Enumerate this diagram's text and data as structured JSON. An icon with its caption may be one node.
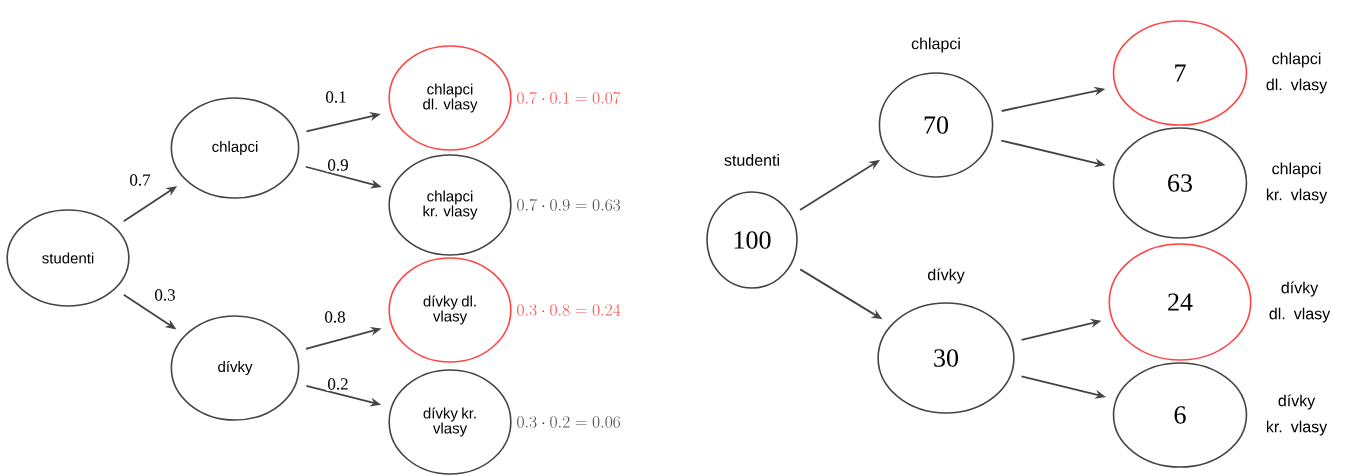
{
  "diagram": {
    "nodes": [
      {
        "text": [
          "studenti"
        ]
      },
      {
        "text": [
          "chlapci"
        ]
      },
      {
        "text": [
          "dívky"
        ]
      },
      {
        "text": [
          "chlapci dl. vlasy"
        ],
        "beside": [
          "0.7 \\cdot 0.1 = 0.07"
        ]
      },
      {
        "text": [
          "chlapci kr. vlasy"
        ],
        "beside": [
          "0.7 \\cdot 0.9 = 0.63"
        ]
      },
      {
        "text": [
          "dívky dl. vlasy"
        ],
        "beside": [
          "0.3 \\cdot 0.8 = 0.24"
        ]
      },
      {
        "text": [
          "dívky kr. vlasy"
        ],
        "beside": [
          "0.3 \\cdot 0.2 = 0.06"
        ]
      },
      {
        "text": [
          "studenti",
          "100"
        ]
      },
      {
        "text": [
          "chlapci",
          "70"
        ]
      },
      {
        "text": [
          "dívky",
          "30"
        ]
      },
      {
        "text": [
          "7"
        ],
        "beside": [
          "chlapci dl. vlasy"
        ]
      },
      {
        "text": [
          "63"
        ],
        "beside": [
          "chlapci kr. vlasy"
        ]
      },
      {
        "text": [
          "24"
        ],
        "beside": [
          "dívky dl. vlasy"
        ]
      },
      {
        "text": [
          "6"
        ],
        "beside": [
          "dívky kr. vlasy"
        ]
      }
    ],
    "edges": [
      {
        "from": 0,
        "to": 1,
        "arrow": "to",
        "label": "0.7"
      },
      {
        "from": 0,
        "to": 2,
        "arrow": "to",
        "label": "0.3"
      },
      {
        "from": 1,
        "to": 3,
        "arrow": "to",
        "label": "0.1"
      },
      {
        "from": 1,
        "to": 4,
        "arrow": "to",
        "label": "0.9"
      },
      {
        "from": 2,
        "to": 5,
        "arrow": "to",
        "label": "0.8"
      },
      {
        "from": 2,
        "to": 6,
        "arrow": "to",
        "label": "0.2"
      },
      {
        "from": 7,
        "to": 8,
        "arrow": "to"
      },
      {
        "from": 7,
        "to": 9,
        "arrow": "to"
      },
      {
        "from": 8,
        "to": 10,
        "arrow": "to"
      },
      {
        "from": 8,
        "to": 11,
        "arrow": "to"
      },
      {
        "from": 9,
        "to": 12,
        "arrow": "to"
      },
      {
        "from": 9,
        "to": 13,
        "arrow": "to"
      }
    ]
  }
}
